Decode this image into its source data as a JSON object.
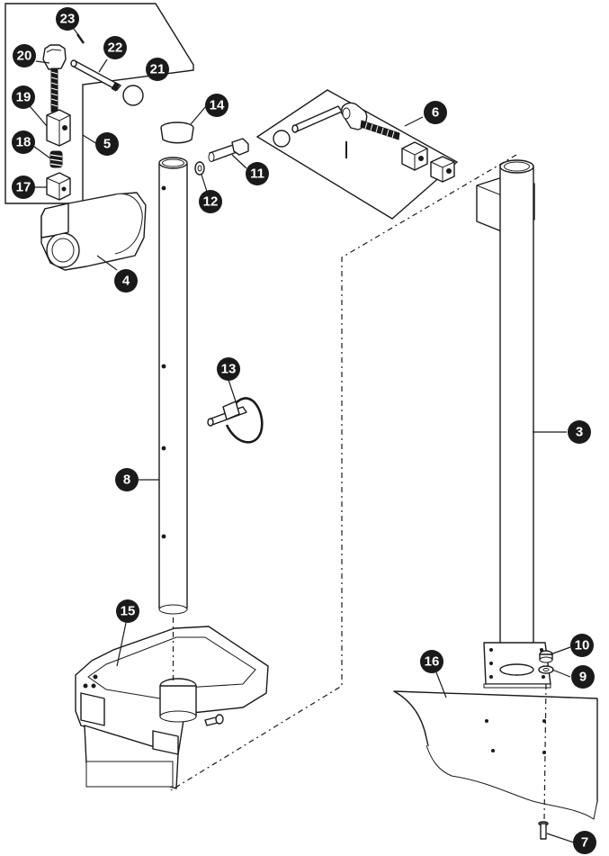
{
  "callouts": [
    {
      "id": "c23",
      "label": "23"
    },
    {
      "id": "c22",
      "label": "22"
    },
    {
      "id": "c20",
      "label": "20"
    },
    {
      "id": "c21",
      "label": "21"
    },
    {
      "id": "c19",
      "label": "19"
    },
    {
      "id": "c18",
      "label": "18"
    },
    {
      "id": "c5",
      "label": "5"
    },
    {
      "id": "c17",
      "label": "17"
    },
    {
      "id": "c4",
      "label": "4"
    },
    {
      "id": "c14",
      "label": "14"
    },
    {
      "id": "c6",
      "label": "6"
    },
    {
      "id": "c11",
      "label": "11"
    },
    {
      "id": "c12",
      "label": "12"
    },
    {
      "id": "c13",
      "label": "13"
    },
    {
      "id": "c3",
      "label": "3"
    },
    {
      "id": "c8",
      "label": "8"
    },
    {
      "id": "c15",
      "label": "15"
    },
    {
      "id": "c10",
      "label": "10"
    },
    {
      "id": "c16",
      "label": "16"
    },
    {
      "id": "c9",
      "label": "9"
    },
    {
      "id": "c7",
      "label": "7"
    }
  ]
}
